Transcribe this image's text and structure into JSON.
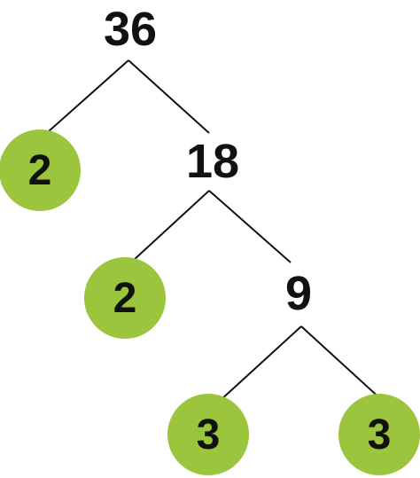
{
  "colors": {
    "prime_fill": "#9BC53D",
    "edge": "#111111",
    "text": "#111111"
  },
  "tree": {
    "root": {
      "value": "36"
    },
    "level1": {
      "prime": {
        "value": "2"
      },
      "composite": {
        "value": "18"
      }
    },
    "level2": {
      "prime": {
        "value": "2"
      },
      "composite": {
        "value": "9"
      }
    },
    "level3": {
      "left_prime": {
        "value": "3"
      },
      "right_prime": {
        "value": "3"
      }
    }
  }
}
